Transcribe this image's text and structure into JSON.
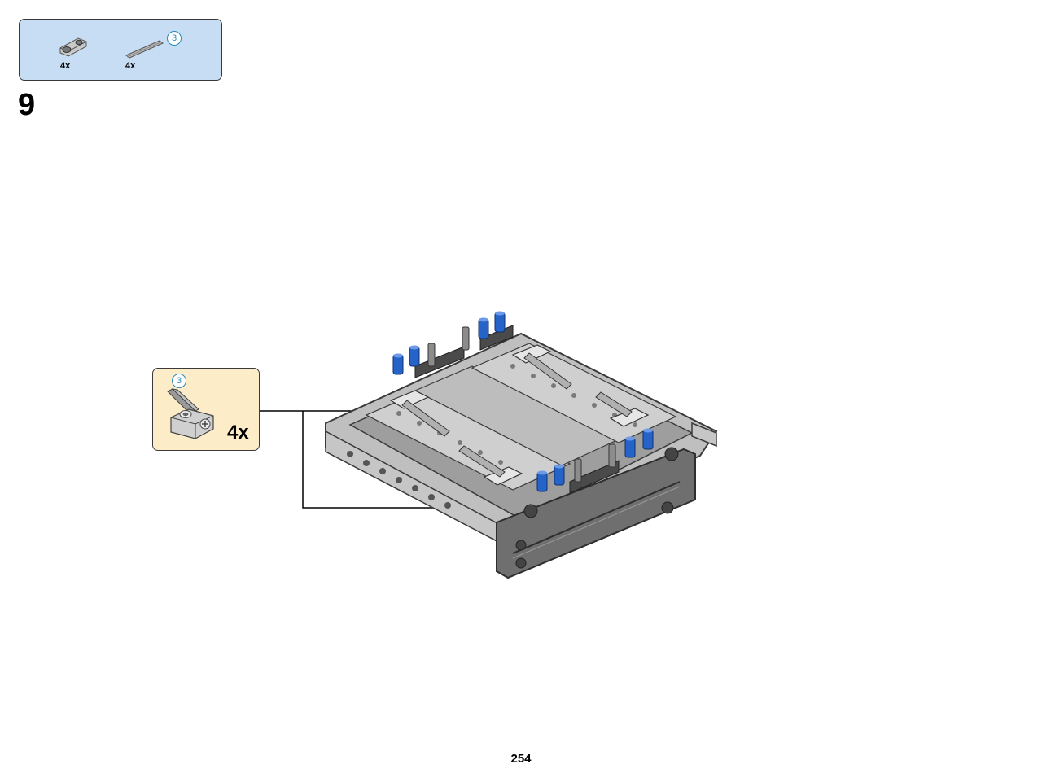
{
  "parts_list": {
    "items": [
      {
        "name": "connector-part",
        "quantity": "4x"
      },
      {
        "name": "axle-part",
        "quantity": "4x",
        "length": "3"
      }
    ]
  },
  "step": {
    "number": "9"
  },
  "callout": {
    "quantity": "4x",
    "length": "3"
  },
  "page": {
    "number": "254"
  },
  "colors": {
    "parts_list_bg": "#c7ddf3",
    "callout_bg": "#fdecc8",
    "light_gray": "#c8c8c8",
    "dark_gray": "#5a5a5a",
    "blue_pin": "#2563c9",
    "badge_blue": "#2a8bbf"
  }
}
